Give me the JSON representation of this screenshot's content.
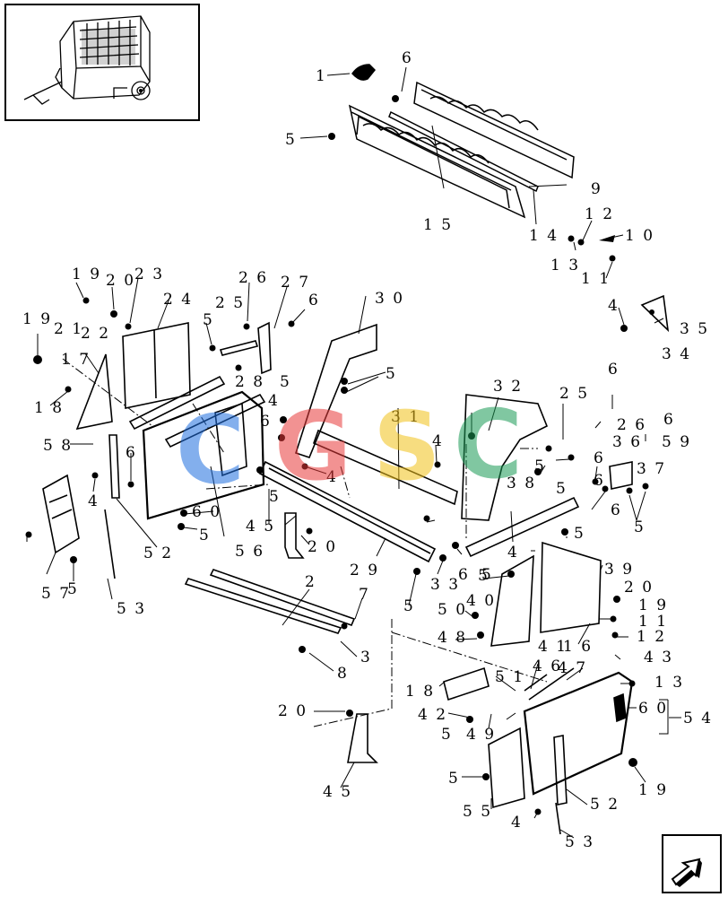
{
  "watermark": {
    "letters": [
      "C",
      "G",
      "S",
      "C"
    ],
    "colors": [
      "#1f6fe0",
      "#e83a3a",
      "#f2c21a",
      "#1a9a55"
    ]
  },
  "callouts": [
    {
      "id": "c1",
      "text": "1"
    },
    {
      "id": "c6a",
      "text": "6"
    },
    {
      "id": "c5a",
      "text": "5"
    },
    {
      "id": "c9",
      "text": "9"
    },
    {
      "id": "c15",
      "text": "1 5"
    },
    {
      "id": "c14",
      "text": "1 4"
    },
    {
      "id": "c12a",
      "text": "1 2"
    },
    {
      "id": "c10",
      "text": "1 0"
    },
    {
      "id": "c13a",
      "text": "1 3"
    },
    {
      "id": "c11a",
      "text": "1 1"
    },
    {
      "id": "c19a",
      "text": "1 9"
    },
    {
      "id": "c20a",
      "text": "2 0"
    },
    {
      "id": "c23",
      "text": "2 3"
    },
    {
      "id": "c19b",
      "text": "1 9"
    },
    {
      "id": "c21",
      "text": "2 1"
    },
    {
      "id": "c22",
      "text": "2 2"
    },
    {
      "id": "c24",
      "text": "2 4"
    },
    {
      "id": "c26a",
      "text": "2 6"
    },
    {
      "id": "c27",
      "text": "2 7"
    },
    {
      "id": "c25a",
      "text": "2 5"
    },
    {
      "id": "c6b",
      "text": "6"
    },
    {
      "id": "c5b",
      "text": "5"
    },
    {
      "id": "c28",
      "text": "2 8"
    },
    {
      "id": "c5c",
      "text": "5"
    },
    {
      "id": "c30",
      "text": "3 0"
    },
    {
      "id": "c5d",
      "text": "5"
    },
    {
      "id": "c17",
      "text": "1 7"
    },
    {
      "id": "c18a",
      "text": "1 8"
    },
    {
      "id": "c58",
      "text": "5 8"
    },
    {
      "id": "c6c",
      "text": "6"
    },
    {
      "id": "c4a",
      "text": "4"
    },
    {
      "id": "c4b",
      "text": "4"
    },
    {
      "id": "c6d",
      "text": "6"
    },
    {
      "id": "c57",
      "text": "5 7"
    },
    {
      "id": "c5e",
      "text": "5"
    },
    {
      "id": "c52a",
      "text": "5 2"
    },
    {
      "id": "c53a",
      "text": "5 3"
    },
    {
      "id": "c60a",
      "text": "6 0"
    },
    {
      "id": "c5f",
      "text": "5"
    },
    {
      "id": "c56",
      "text": "5 6"
    },
    {
      "id": "c45a",
      "text": "4 5"
    },
    {
      "id": "c20b",
      "text": "2 0"
    },
    {
      "id": "c5g",
      "text": "5"
    },
    {
      "id": "c4c",
      "text": "4"
    },
    {
      "id": "c31",
      "text": "3 1"
    },
    {
      "id": "c4d",
      "text": "4"
    },
    {
      "id": "c5h",
      "text": "5"
    },
    {
      "id": "c29",
      "text": "2 9"
    },
    {
      "id": "c2",
      "text": "2"
    },
    {
      "id": "c7",
      "text": "7"
    },
    {
      "id": "c3",
      "text": "3"
    },
    {
      "id": "c8",
      "text": "8"
    },
    {
      "id": "c32",
      "text": "3 2"
    },
    {
      "id": "c25b",
      "text": "2 5"
    },
    {
      "id": "c6e",
      "text": "6"
    },
    {
      "id": "c26b",
      "text": "2 6"
    },
    {
      "id": "c6f",
      "text": "6"
    },
    {
      "id": "c36",
      "text": "3 6"
    },
    {
      "id": "c59",
      "text": "5 9"
    },
    {
      "id": "c5i",
      "text": "5"
    },
    {
      "id": "c38",
      "text": "3 8"
    },
    {
      "id": "c5j",
      "text": "5"
    },
    {
      "id": "c6g",
      "text": "6"
    },
    {
      "id": "c37",
      "text": "3 7"
    },
    {
      "id": "c6h",
      "text": "6"
    },
    {
      "id": "c5k",
      "text": "5"
    },
    {
      "id": "c6i",
      "text": "6"
    },
    {
      "id": "c5l",
      "text": "5"
    },
    {
      "id": "c4e",
      "text": "4"
    },
    {
      "id": "c35",
      "text": "3 5"
    },
    {
      "id": "c34",
      "text": "3 4"
    },
    {
      "id": "c33",
      "text": "3 3"
    },
    {
      "id": "c6j",
      "text": "6"
    },
    {
      "id": "c4f",
      "text": "4"
    },
    {
      "id": "c5m",
      "text": "5"
    },
    {
      "id": "c39",
      "text": "3 9"
    },
    {
      "id": "c40",
      "text": "4 0"
    },
    {
      "id": "c50",
      "text": "5 0"
    },
    {
      "id": "c20c",
      "text": "2 0"
    },
    {
      "id": "c19c",
      "text": "1 9"
    },
    {
      "id": "c11b",
      "text": "1 1"
    },
    {
      "id": "c48",
      "text": "4 8"
    },
    {
      "id": "c41",
      "text": "4 1"
    },
    {
      "id": "c16",
      "text": "1 6"
    },
    {
      "id": "c12b",
      "text": "1 2"
    },
    {
      "id": "c43",
      "text": "4 3"
    },
    {
      "id": "c5n",
      "text": "5"
    },
    {
      "id": "c51",
      "text": "5 1"
    },
    {
      "id": "c46",
      "text": "4 6"
    },
    {
      "id": "c47",
      "text": "4 7"
    },
    {
      "id": "c13b",
      "text": "1 3"
    },
    {
      "id": "c18b",
      "text": "1 8"
    },
    {
      "id": "c42",
      "text": "4 2"
    },
    {
      "id": "c60b",
      "text": "6 0"
    },
    {
      "id": "c54",
      "text": "5 4"
    },
    {
      "id": "c20d",
      "text": "2 0"
    },
    {
      "id": "c5o",
      "text": "5"
    },
    {
      "id": "c49",
      "text": "4 9"
    },
    {
      "id": "c19d",
      "text": "1 9"
    },
    {
      "id": "c45b",
      "text": "4 5"
    },
    {
      "id": "c5p",
      "text": "5"
    },
    {
      "id": "c55",
      "text": "5 5"
    },
    {
      "id": "c52b",
      "text": "5 2"
    },
    {
      "id": "c4g",
      "text": "4"
    },
    {
      "id": "c53b",
      "text": "5 3"
    }
  ]
}
